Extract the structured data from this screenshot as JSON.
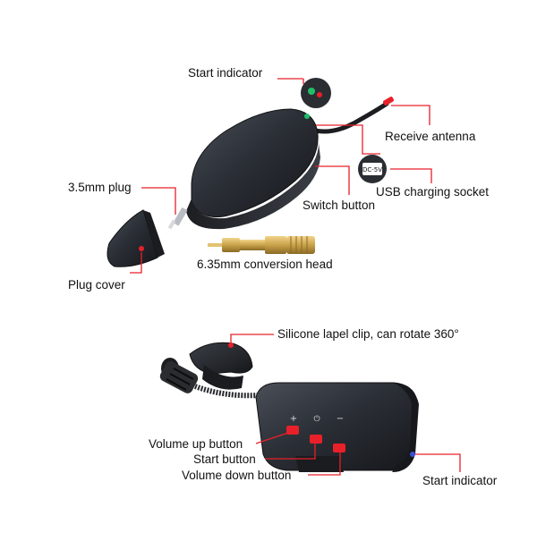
{
  "top": {
    "start_indicator": "Start indicator",
    "receive_antenna": "Receive antenna",
    "usb_socket": "USB charging socket",
    "usb_marking": "DC-5V",
    "switch_button": "Switch button",
    "plug_35": "3.5mm plug",
    "plug_cover": "Plug cover",
    "conversion_head": "6.35mm conversion head"
  },
  "bottom": {
    "lapel_clip": "Silicone lapel clip, can rotate 360°",
    "volume_up": "Volume up button",
    "start_button": "Start button",
    "volume_down": "Volume down button",
    "start_indicator": "Start indicator",
    "plus_mark": "+",
    "power_mark": "⏻",
    "minus_mark": "−"
  },
  "colors": {
    "leader_line": "#e8202a",
    "device_body": "#2b2f36",
    "indicator_green": "#1fbf6a",
    "indicator_blue": "#3a4fd8",
    "gold": "#c9a24a"
  }
}
